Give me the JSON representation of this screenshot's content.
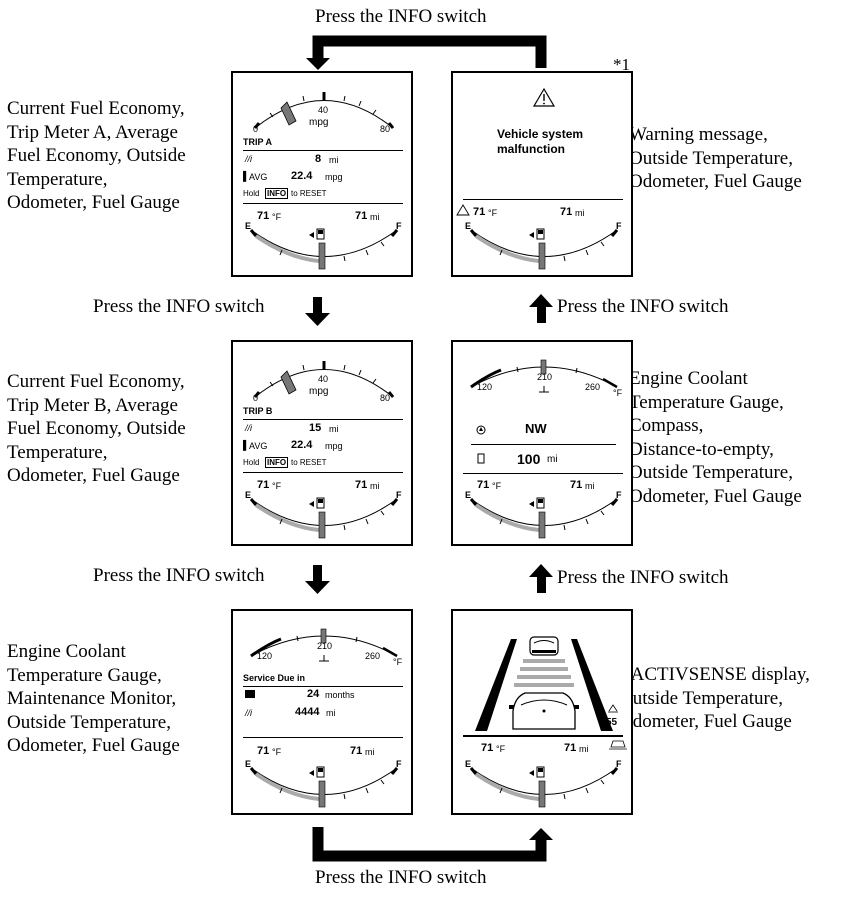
{
  "press_label": "Press the INFO switch",
  "footnote_ref": "*1",
  "descriptions": {
    "trip_a": "Current Fuel Economy,\nTrip Meter A, Average\nFuel Economy, Outside\nTemperature,\nOdometer, Fuel Gauge",
    "trip_b": "Current Fuel Economy,\nTrip Meter B, Average\nFuel Economy, Outside\nTemperature,\nOdometer, Fuel Gauge",
    "maintenance": "Engine Coolant\nTemperature Gauge,\nMaintenance Monitor,\nOutside Temperature,\nOdometer, Fuel Gauge",
    "warning": "Warning message,\nOutside Temperature,\nOdometer, Fuel Gauge",
    "compass": "Engine Coolant\nTemperature Gauge,\nCompass,\nDistance-to-empty,\nOutside Temperature,\nOdometer, Fuel Gauge",
    "activsense": "i-ACTIVSENSE display,\nOutside Temperature,\nOdometer, Fuel Gauge"
  },
  "gauges": {
    "mpg": {
      "min": "0",
      "mid": "40",
      "max": "80",
      "unit": "mpg"
    },
    "temp": {
      "min": "120",
      "mid": "210",
      "max": "260",
      "unit": "°F"
    },
    "fuel": {
      "empty": "E",
      "full": "F"
    }
  },
  "footer": {
    "temp_value": "71",
    "temp_unit": "°F",
    "odo_value": "71",
    "odo_unit": "mi"
  },
  "trip_a": {
    "title": "TRIP A",
    "trip_value": "8",
    "trip_unit": "mi",
    "avg_label": "AVG",
    "avg_value": "22.4",
    "avg_unit": "mpg",
    "reset_hold": "Hold",
    "reset_key": "INFO",
    "reset_to": "to RESET"
  },
  "trip_b": {
    "title": "TRIP B",
    "trip_value": "15",
    "trip_unit": "mi",
    "avg_label": "AVG",
    "avg_value": "22.4",
    "avg_unit": "mpg",
    "reset_hold": "Hold",
    "reset_key": "INFO",
    "reset_to": "to RESET"
  },
  "maintenance": {
    "title": "Service Due in",
    "months_value": "24",
    "months_unit": "months",
    "dist_value": "4444",
    "dist_unit": "mi"
  },
  "warning": {
    "message_line1": "Vehicle system",
    "message_line2": "malfunction"
  },
  "compass": {
    "heading": "NW",
    "dte_value": "100",
    "dte_unit": "mi"
  },
  "activsense": {
    "speed_limit": "55"
  }
}
